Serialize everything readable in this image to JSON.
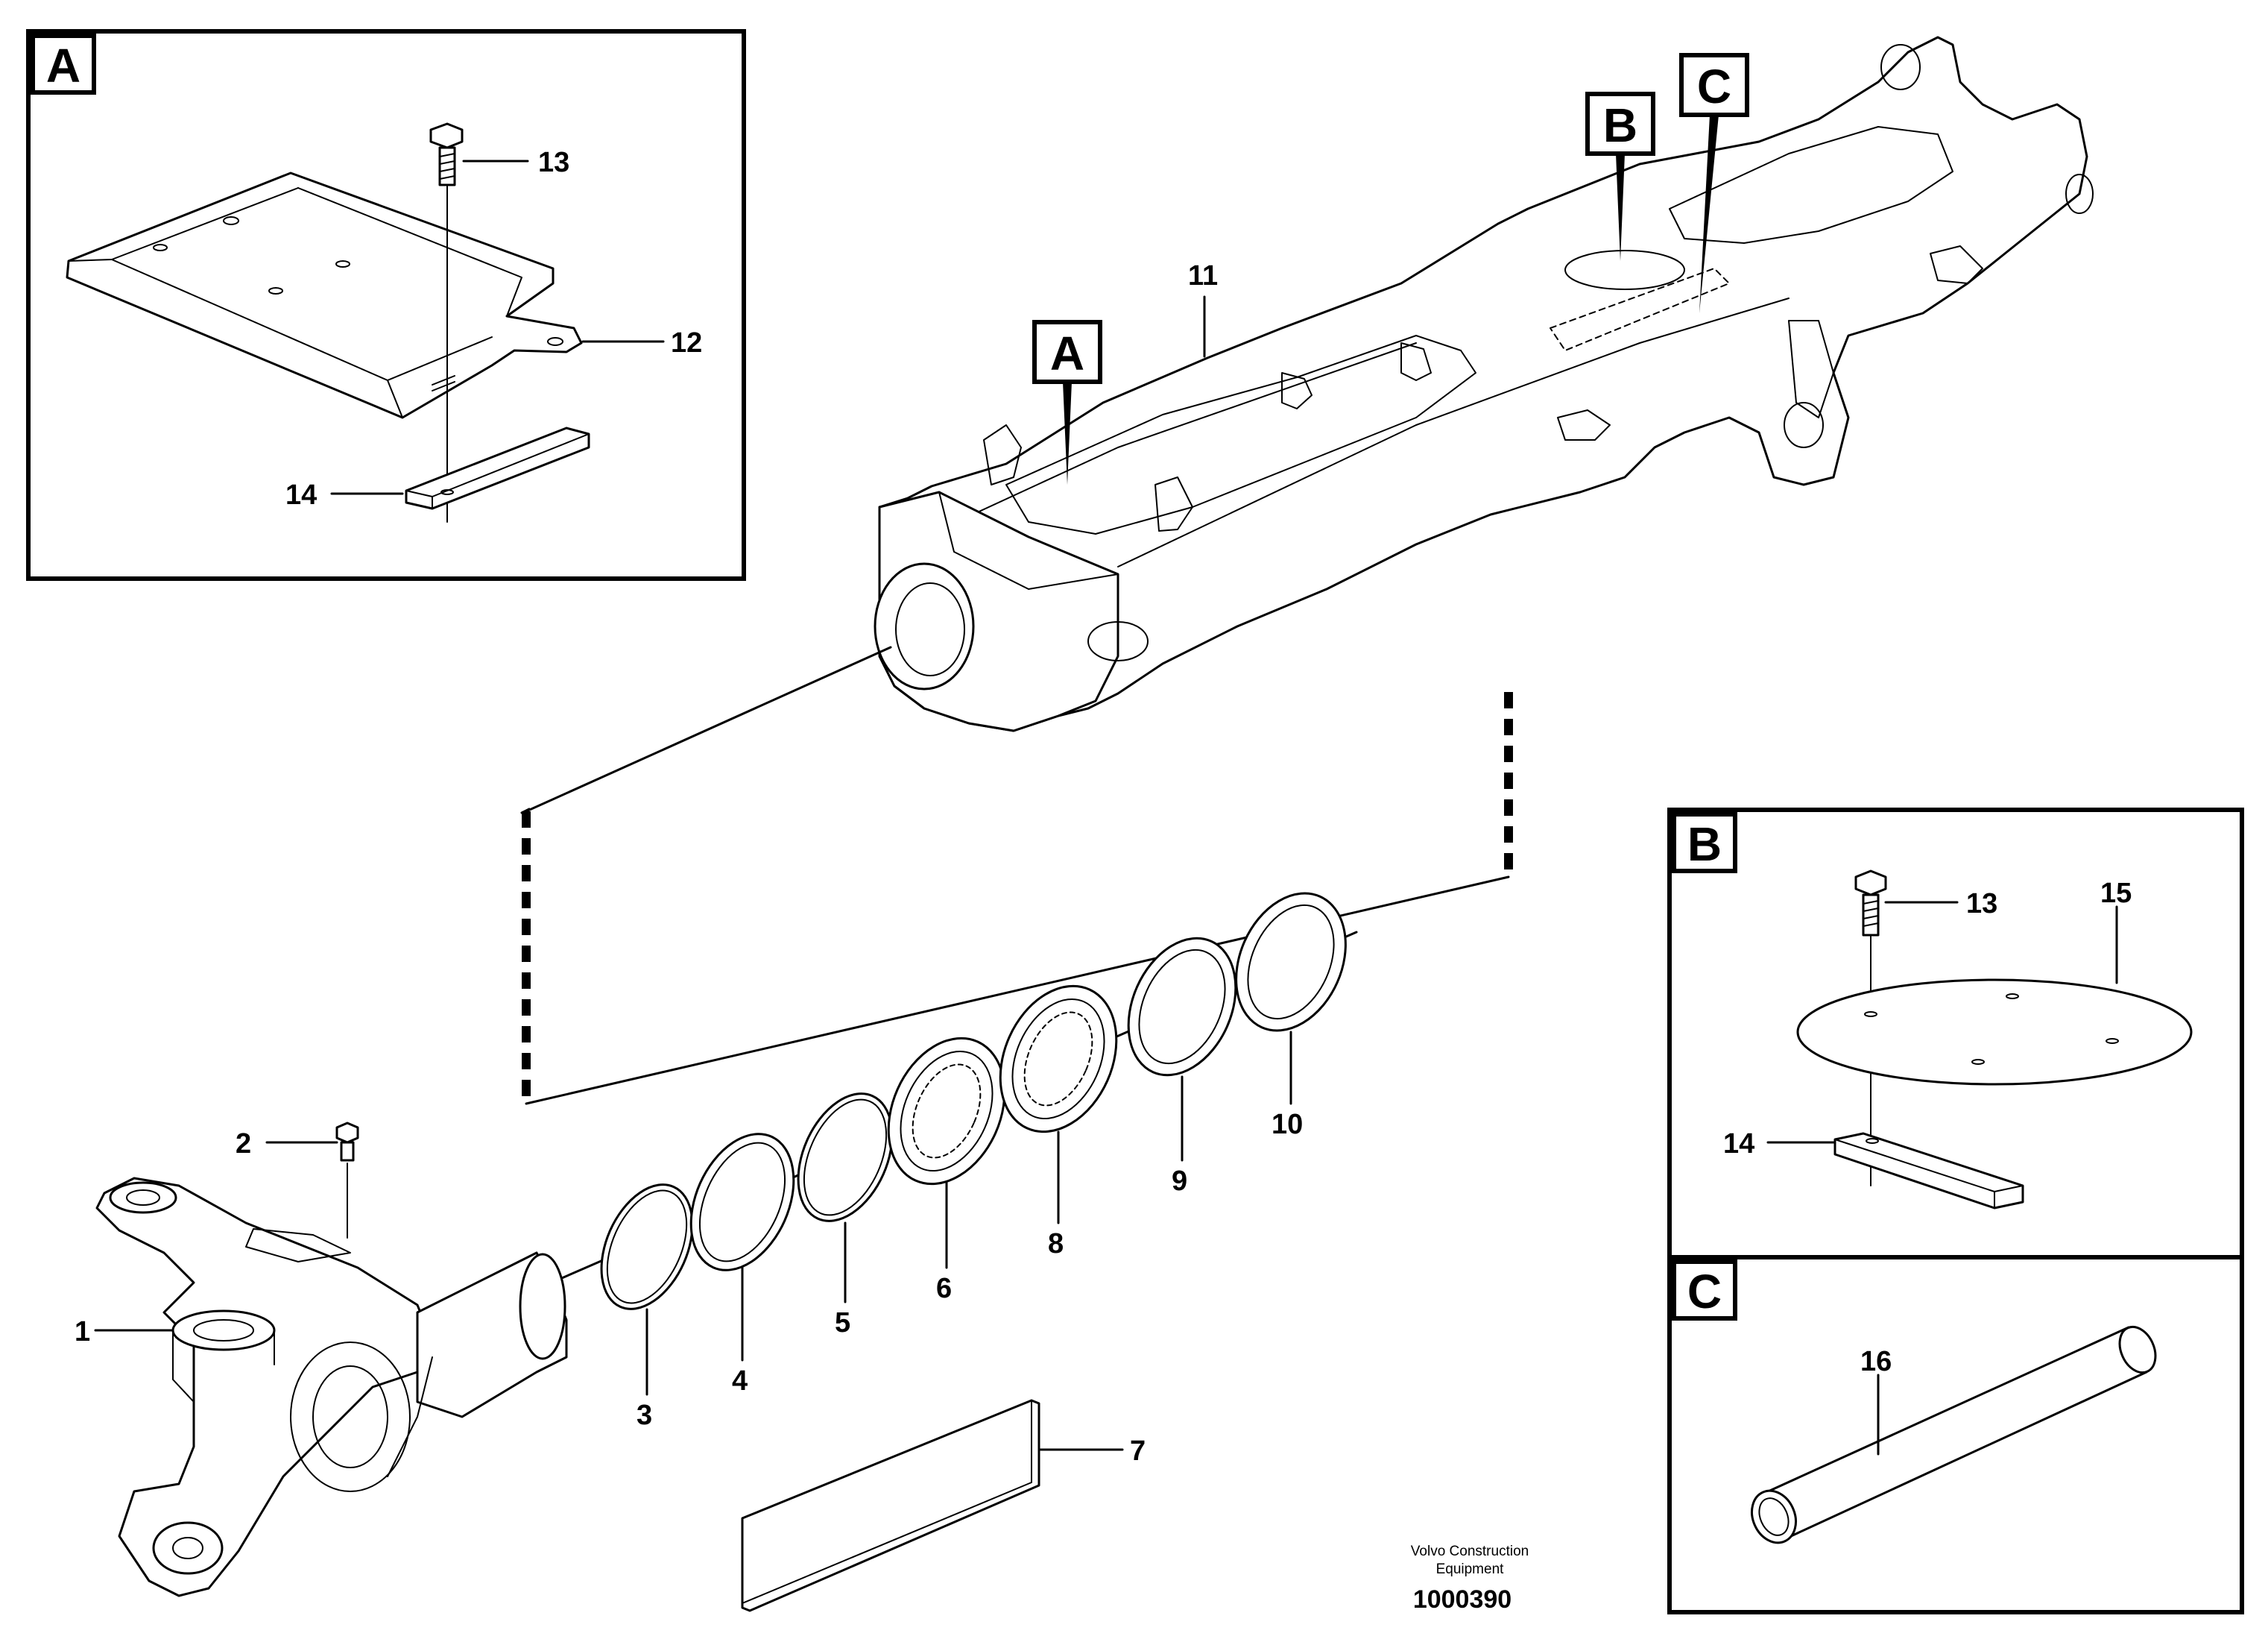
{
  "detail_tags": {
    "a": "A",
    "b": "B",
    "c": "C"
  },
  "labels": {
    "p1": "1",
    "p2": "2",
    "p3": "3",
    "p4": "4",
    "p5": "5",
    "p6": "6",
    "p7": "7",
    "p8": "8",
    "p9": "9",
    "p10": "10",
    "p11": "11",
    "p12": "12",
    "p13": "13",
    "p14": "14",
    "p15": "15",
    "p16": "16"
  },
  "footer": {
    "maker_line1": "Volvo Construction",
    "maker_line2": "Equipment",
    "doc_number": "1000390"
  }
}
